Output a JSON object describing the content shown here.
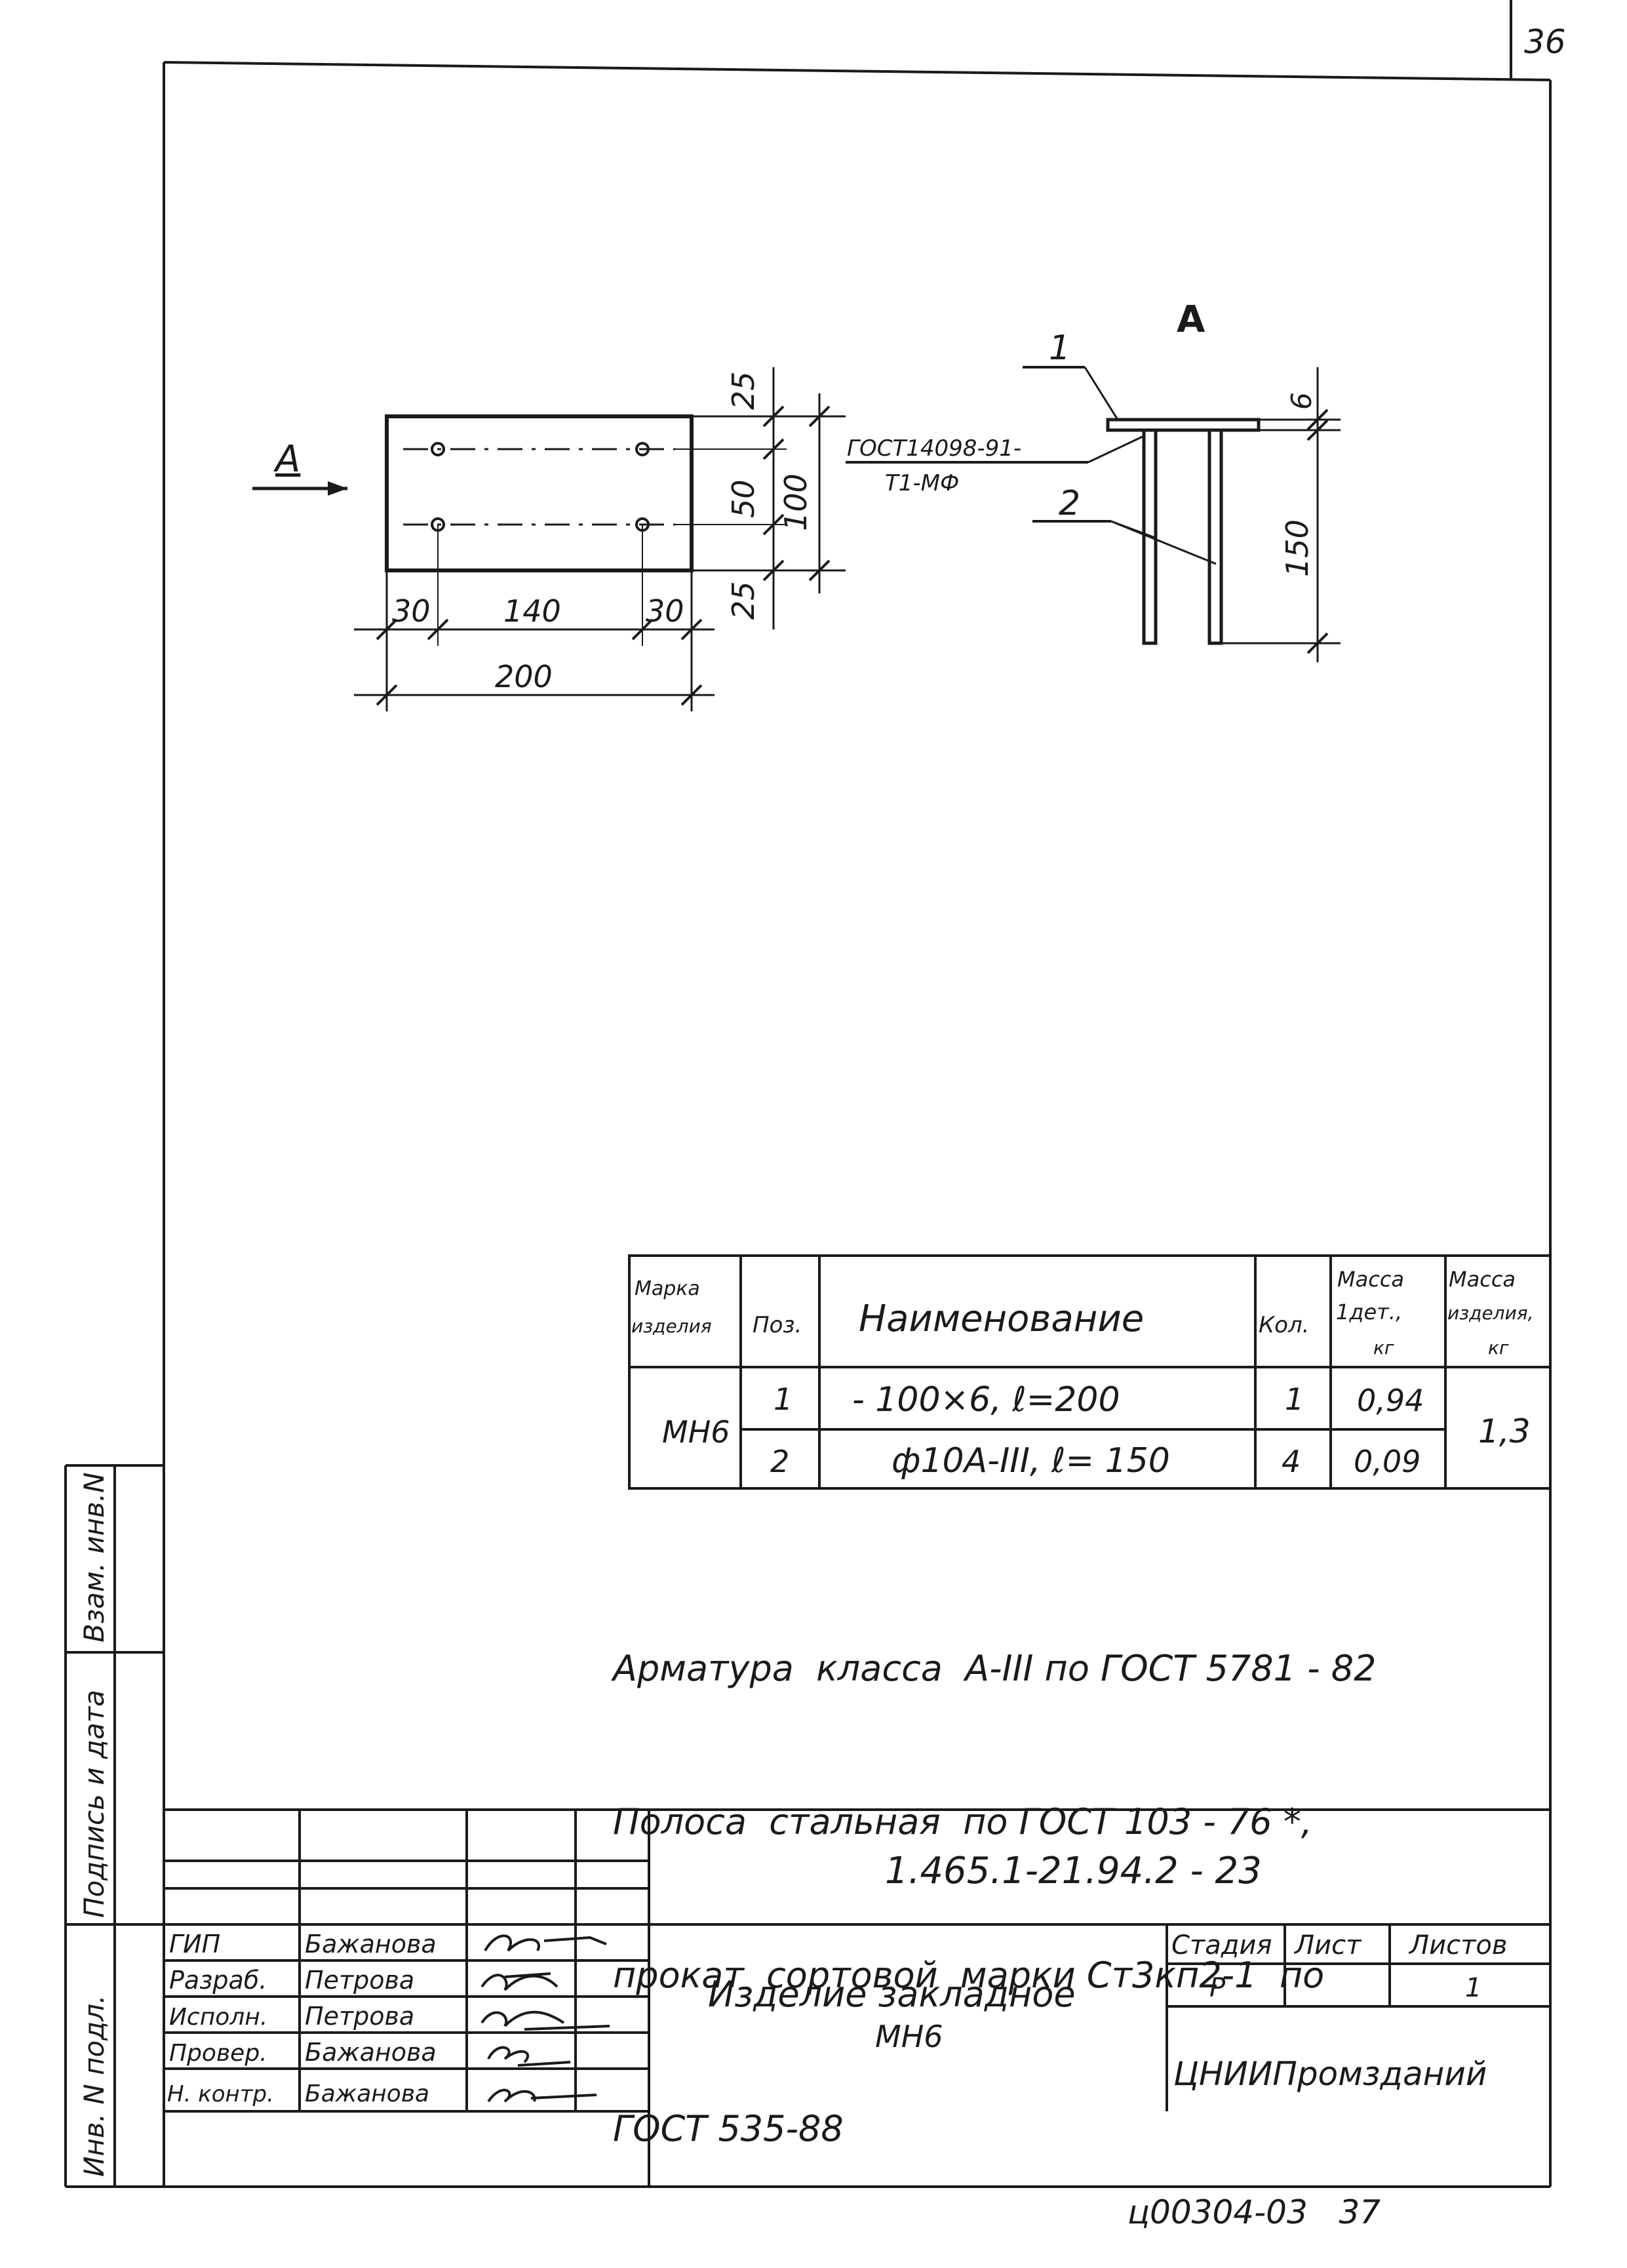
{
  "sheet_number": "36",
  "view_label": "А",
  "section_arrow_label": "А",
  "plate_dims": {
    "top_margin": "25",
    "hole_spacing_v": "50",
    "height": "100",
    "bottom_margin": "25",
    "left_margin": "30",
    "hole_spacing_h": "140",
    "right_margin": "30",
    "width": "200"
  },
  "side_view": {
    "pos_1": "1",
    "pos_2": "2",
    "weld_line1": "ГОСТ14098-91-",
    "weld_line2": "Т1-МФ",
    "thickness": "6",
    "bar_length": "150"
  },
  "spec_table": {
    "headers": {
      "mark": [
        "Марка",
        "изделия"
      ],
      "pos": "Поз.",
      "name": "Наименование",
      "qty": "Кол.",
      "mass_part": [
        "Масса",
        "1дет.,",
        "кг"
      ],
      "mass_item": [
        "Масса",
        "изделия,",
        "кг"
      ]
    },
    "mark": "МН6",
    "rows": [
      {
        "pos": "1",
        "name": "- 100×6,  ℓ=200",
        "qty": "1",
        "mass": "0,94"
      },
      {
        "pos": "2",
        "name": "ф10А-III,  ℓ= 150",
        "qty": "4",
        "mass": "0,09"
      }
    ],
    "item_mass": "1,3"
  },
  "notes": [
    "Арматура  класса  А-III по ГОСТ 5781 - 82",
    "Полоса  стальная  по ГОСТ 103 - 76 *,",
    "прокат  сортовой  марки Ст3кп2-1  по",
    "ГОСТ 535-88"
  ],
  "side_stamp": {
    "inv_podl": "Инв. N подл.",
    "podpis_data": "Подпись и дата",
    "vzam_inv": "Взам. инв.N"
  },
  "title_block": {
    "doc_code": "1.465.1-21.94.2 - 23",
    "title_line1": "Изделие закладное",
    "title_line2": "МН6",
    "stage_label": "Стадия",
    "sheet_label": "Лист",
    "sheets_label": "Листов",
    "stage": "Р",
    "sheet": "",
    "sheets": "1",
    "org": "ЦНИИПромзданий",
    "people": [
      {
        "role": "ГИП",
        "name": "Бажанова"
      },
      {
        "role": "Разраб.",
        "name": "Петрова"
      },
      {
        "role": "Исполн.",
        "name": "Петрова"
      },
      {
        "role": "Провер.",
        "name": "Бажанова"
      },
      {
        "role": "Н. контр.",
        "name": "Бажанова"
      }
    ]
  },
  "footer_code": "ц00304-03   37"
}
